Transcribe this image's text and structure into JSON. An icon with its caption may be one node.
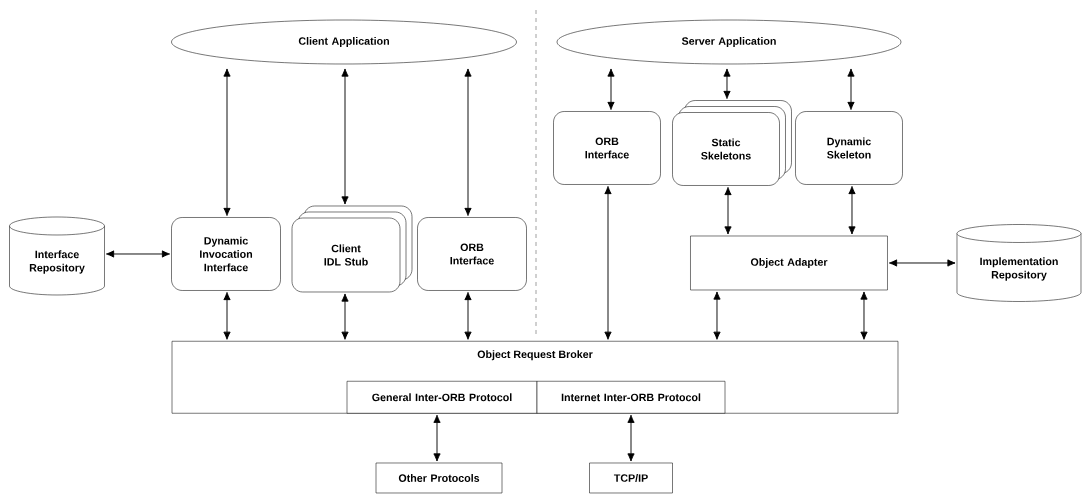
{
  "diagram": {
    "nodes": [
      {
        "text": [
          "Client Application"
        ]
      },
      {
        "text": [
          "Server Application"
        ]
      },
      {
        "text": [
          "Interface Repository"
        ]
      },
      {
        "text": [
          "Dynamic Invocation Interface"
        ]
      },
      {
        "text": [
          "Client IDL Stub"
        ]
      },
      {
        "text": [
          "ORB Interface"
        ]
      },
      {
        "text": [
          "ORB Interface"
        ]
      },
      {
        "text": [
          "Static Skeletons"
        ]
      },
      {
        "text": [
          "Dynamic Skeleton"
        ]
      },
      {
        "text": [
          "Object Adapter"
        ]
      },
      {
        "text": [
          "Implementation Repository"
        ]
      },
      {
        "text": [
          "Object Request Broker"
        ]
      },
      {
        "text": [
          "General Inter-ORB Protocol"
        ],
        "in": 11
      },
      {
        "text": [
          "Internet Inter-ORB Protocol"
        ],
        "in": 11
      },
      {
        "text": [
          "Other Protocols"
        ]
      },
      {
        "text": [
          "TCP/IP"
        ]
      }
    ],
    "edges": [
      {
        "from": 0,
        "to": 3,
        "arrow": "both"
      },
      {
        "from": 0,
        "to": 4,
        "arrow": "both"
      },
      {
        "from": 0,
        "to": 5,
        "arrow": "both"
      },
      {
        "from": 2,
        "to": 3,
        "arrow": "both"
      },
      {
        "from": 3,
        "to": 11,
        "arrow": "both"
      },
      {
        "from": 4,
        "to": 11,
        "arrow": "both"
      },
      {
        "from": 5,
        "to": 11,
        "arrow": "both"
      },
      {
        "from": 1,
        "to": 6,
        "arrow": "both"
      },
      {
        "from": 1,
        "to": 7,
        "arrow": "both"
      },
      {
        "from": 1,
        "to": 8,
        "arrow": "both"
      },
      {
        "from": 6,
        "to": 11,
        "arrow": "both"
      },
      {
        "from": 7,
        "to": 9,
        "arrow": "both"
      },
      {
        "from": 8,
        "to": 9,
        "arrow": "both"
      },
      {
        "from": 9,
        "to": 10,
        "arrow": "both"
      },
      {
        "from": 9,
        "to": 11,
        "arrow": "both"
      },
      {
        "from": 9,
        "to": 11,
        "arrow": "both"
      },
      {
        "from": 12,
        "to": 14,
        "arrow": "both"
      },
      {
        "from": 13,
        "to": 15,
        "arrow": "both"
      }
    ]
  }
}
